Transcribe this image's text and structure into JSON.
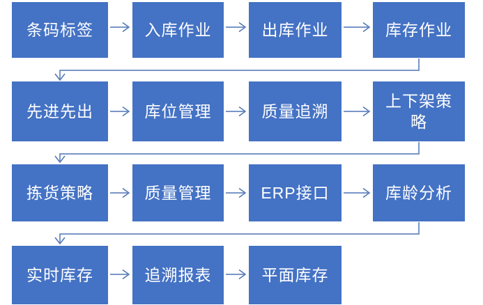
{
  "diagram": {
    "type": "flowchart",
    "description": "WMS warehouse process flow, left-to-right, wrapping to next row",
    "colors": {
      "box_fill": "#4472c4",
      "box_text": "#ffffff",
      "connector": "#4d74b5",
      "background": "#ffffff"
    },
    "rows": [
      [
        "条码标签",
        "入库作业",
        "出库作业",
        "库存作业"
      ],
      [
        "先进先出",
        "库位管理",
        "质量追溯",
        "上下架策略"
      ],
      [
        "拣货策略",
        "质量管理",
        "ERP接口",
        "库龄分析"
      ],
      [
        "实时库存",
        "追溯报表",
        "平面库存"
      ]
    ]
  }
}
